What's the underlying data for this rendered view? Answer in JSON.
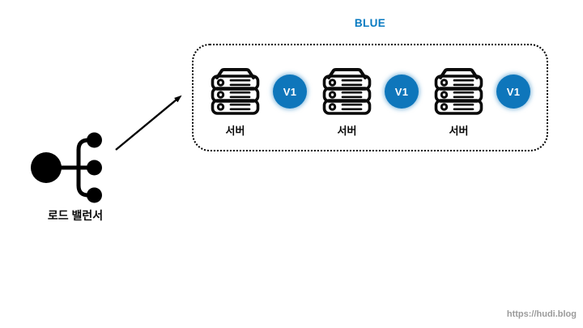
{
  "blue_group": {
    "title": "BLUE",
    "title_color": "#087ac1",
    "badge_color": "#0e76bb",
    "servers": [
      {
        "label": "서버",
        "badge": "V1"
      },
      {
        "label": "서버",
        "badge": "V1"
      },
      {
        "label": "서버",
        "badge": "V1"
      }
    ]
  },
  "load_balancer": {
    "label": "로드 밸런서"
  },
  "watermark": {
    "text": "https://hudi.blog",
    "color": "#9b9b9b"
  }
}
